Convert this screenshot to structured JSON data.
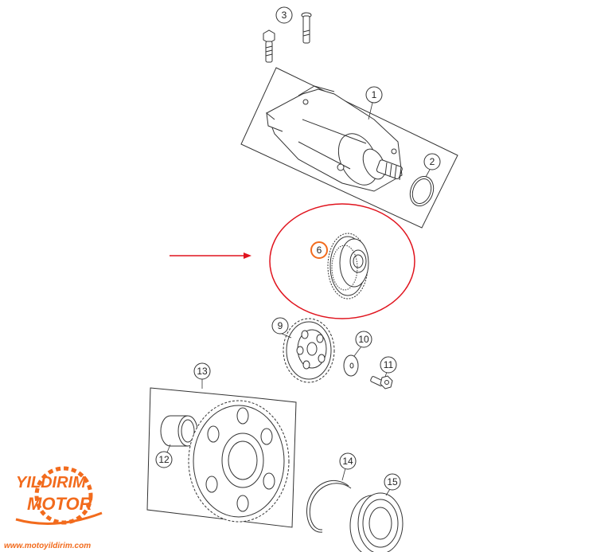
{
  "diagram": {
    "callouts": [
      {
        "id": "1",
        "label": "1"
      },
      {
        "id": "2",
        "label": "2"
      },
      {
        "id": "3",
        "label": "3"
      },
      {
        "id": "6",
        "label": "6"
      },
      {
        "id": "9",
        "label": "9"
      },
      {
        "id": "10",
        "label": "10"
      },
      {
        "id": "11",
        "label": "11"
      },
      {
        "id": "12",
        "label": "12"
      },
      {
        "id": "13",
        "label": "13"
      },
      {
        "id": "14",
        "label": "14"
      },
      {
        "id": "15",
        "label": "15"
      }
    ],
    "highlight_color": "#e0141e",
    "line_color": "#333333"
  },
  "logo": {
    "line1": "YILDIRIM",
    "line2": "MOTOR",
    "url": "www.motoyildirim.com",
    "color": "#f26b1d"
  }
}
